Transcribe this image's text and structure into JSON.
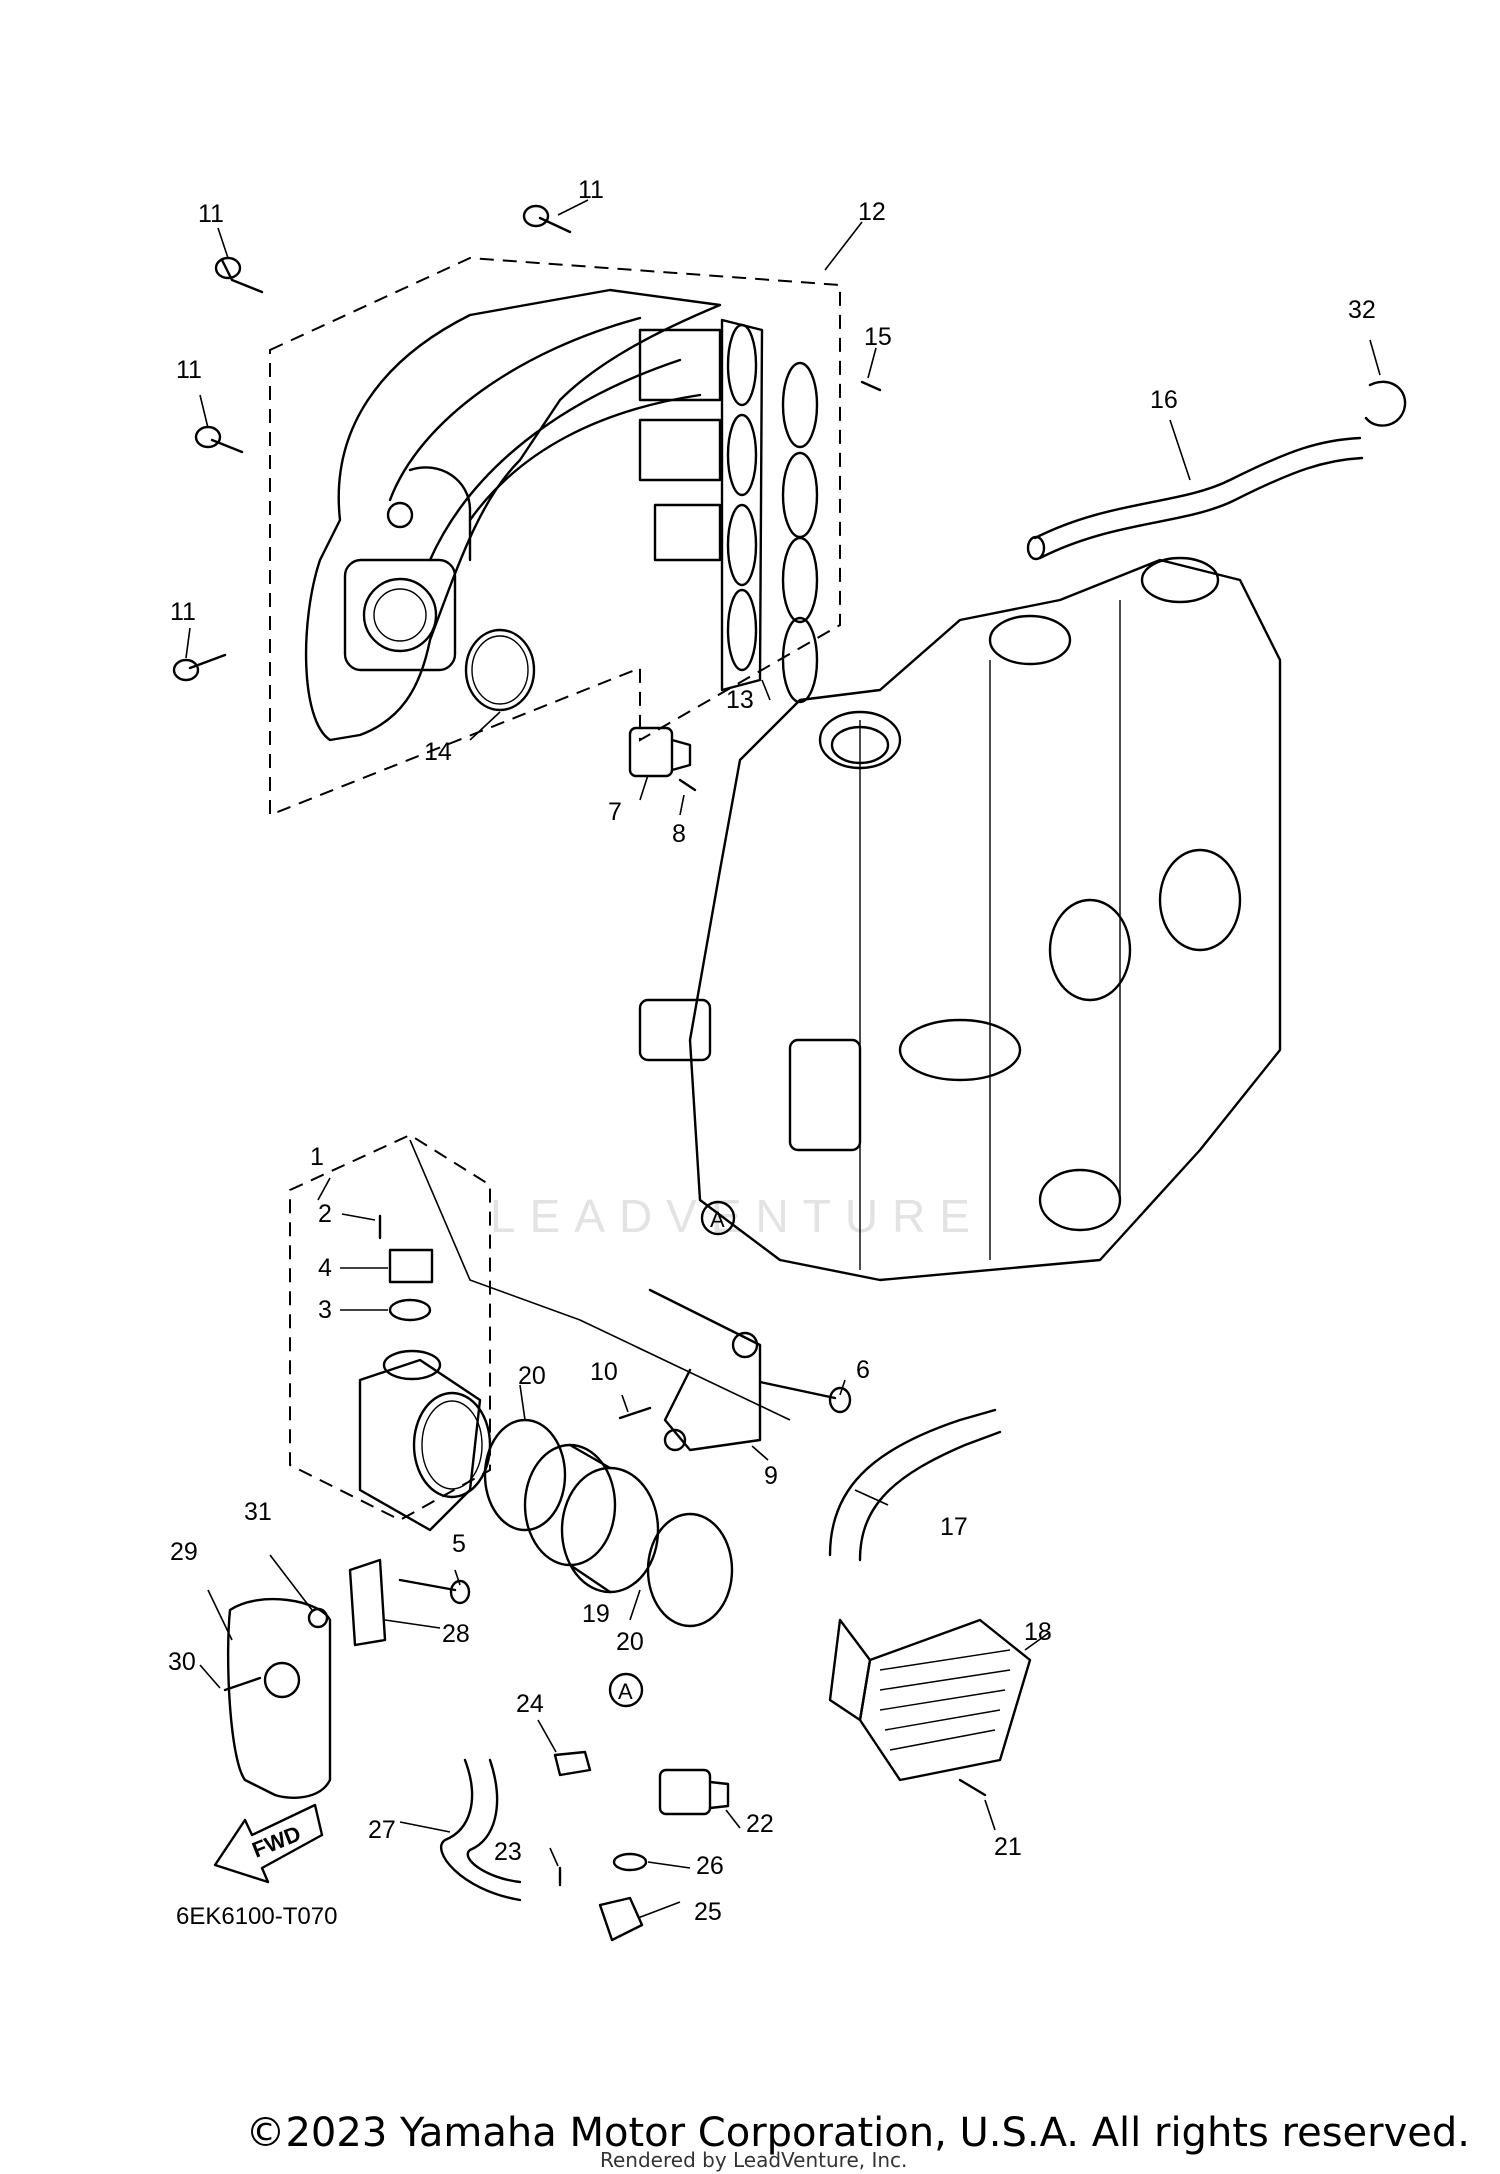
{
  "diagram": {
    "drawing_code": "6EK6100-T070",
    "watermark": "LEADVENTURE",
    "fwd_label": "FWD",
    "ref_label": "A",
    "callouts": [
      "1",
      "2",
      "3",
      "4",
      "5",
      "6",
      "7",
      "8",
      "9",
      "10",
      "11",
      "11",
      "11",
      "11",
      "12",
      "13",
      "14",
      "15",
      "16",
      "17",
      "18",
      "19",
      "20",
      "20",
      "21",
      "22",
      "23",
      "24",
      "25",
      "26",
      "27",
      "28",
      "29",
      "30",
      "31",
      "32"
    ]
  },
  "footer": {
    "copyright": "©2023 Yamaha Motor Corporation, U.S.A. All rights reserved.",
    "rendered_by": "Rendered by LeadVenture, Inc."
  }
}
